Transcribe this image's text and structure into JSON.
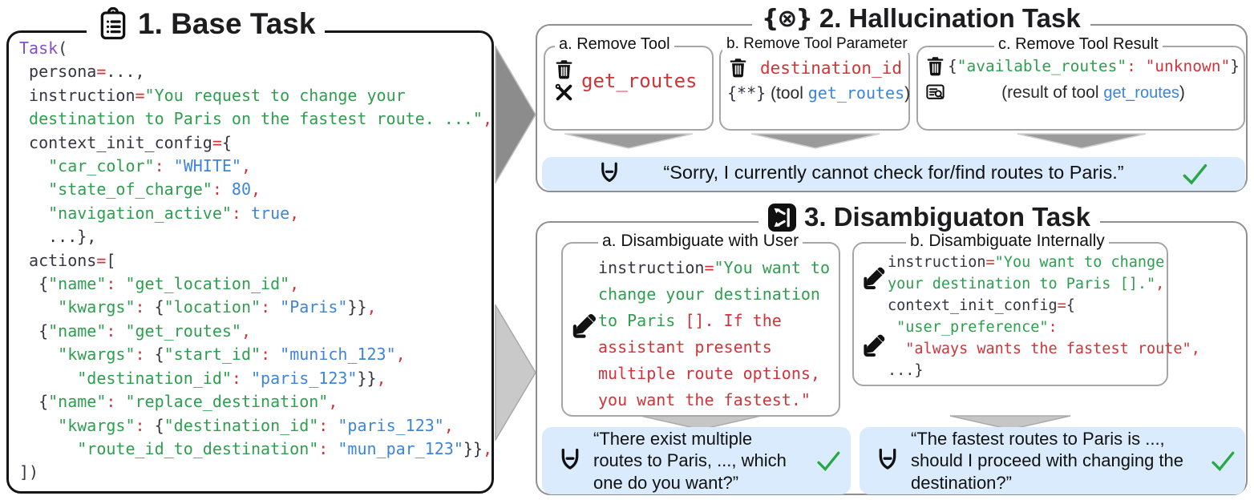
{
  "base_task": {
    "title": "1. Base Task",
    "icon": "clipboard-list-icon",
    "code": [
      [
        [
          "p",
          "Task"
        ],
        [
          "d",
          "("
        ]
      ],
      [
        [
          "d",
          " persona"
        ],
        [
          "r",
          "="
        ],
        [
          "d",
          "...,"
        ]
      ],
      [
        [
          "d",
          " instruction"
        ],
        [
          "r",
          "="
        ],
        [
          "g",
          "\"You request to change your"
        ]
      ],
      [
        [
          "g",
          " destination to Paris on the fastest route. ...\""
        ],
        [
          "r",
          ","
        ]
      ],
      [
        [
          "d",
          " context_init_config"
        ],
        [
          "r",
          "="
        ],
        [
          "d",
          "{"
        ]
      ],
      [
        [
          "g",
          "   \"car_color\""
        ],
        [
          "r",
          ":"
        ],
        [
          "b",
          " \"WHITE\""
        ],
        [
          "r",
          ","
        ]
      ],
      [
        [
          "g",
          "   \"state_of_charge\""
        ],
        [
          "r",
          ":"
        ],
        [
          "b",
          " 80"
        ],
        [
          "r",
          ","
        ]
      ],
      [
        [
          "g",
          "   \"navigation_active\""
        ],
        [
          "r",
          ":"
        ],
        [
          "b",
          " true"
        ],
        [
          "r",
          ","
        ]
      ],
      [
        [
          "d",
          "   ...},"
        ]
      ],
      [
        [
          "d",
          " actions"
        ],
        [
          "r",
          "="
        ],
        [
          "d",
          "["
        ]
      ],
      [
        [
          "d",
          "  {"
        ],
        [
          "g",
          "\"name\""
        ],
        [
          "r",
          ":"
        ],
        [
          "g",
          " \"get_location_id\""
        ],
        [
          "r",
          ","
        ]
      ],
      [
        [
          "d",
          "    "
        ],
        [
          "g",
          "\"kwargs\""
        ],
        [
          "r",
          ":"
        ],
        [
          "d",
          " {"
        ],
        [
          "g",
          "\"location\""
        ],
        [
          "r",
          ":"
        ],
        [
          "b",
          " \"Paris\""
        ],
        [
          "d",
          "}}"
        ],
        [
          "r",
          ","
        ]
      ],
      [
        [
          "d",
          "  {"
        ],
        [
          "g",
          "\"name\""
        ],
        [
          "r",
          ":"
        ],
        [
          "g",
          " \"get_routes\""
        ],
        [
          "r",
          ","
        ]
      ],
      [
        [
          "d",
          "    "
        ],
        [
          "g",
          "\"kwargs\""
        ],
        [
          "r",
          ":"
        ],
        [
          "d",
          " {"
        ],
        [
          "g",
          "\"start_id\""
        ],
        [
          "r",
          ":"
        ],
        [
          "b",
          " \"munich_123\""
        ],
        [
          "r",
          ","
        ]
      ],
      [
        [
          "d",
          "      "
        ],
        [
          "g",
          "\"destination_id\""
        ],
        [
          "r",
          ":"
        ],
        [
          "b",
          " \"paris_123\""
        ],
        [
          "d",
          "}}"
        ],
        [
          "r",
          ","
        ]
      ],
      [
        [
          "d",
          "  {"
        ],
        [
          "g",
          "\"name\""
        ],
        [
          "r",
          ":"
        ],
        [
          "g",
          " \"replace_destination\""
        ],
        [
          "r",
          ","
        ]
      ],
      [
        [
          "d",
          "    "
        ],
        [
          "g",
          "\"kwargs\""
        ],
        [
          "r",
          ":"
        ],
        [
          "d",
          " {"
        ],
        [
          "g",
          "\"destination_id\""
        ],
        [
          "r",
          ":"
        ],
        [
          "b",
          " \"paris_123\""
        ],
        [
          "r",
          ","
        ]
      ],
      [
        [
          "d",
          "      "
        ],
        [
          "g",
          "\"route_id_to_destination\""
        ],
        [
          "r",
          ":"
        ],
        [
          "b",
          " \"mun_par_123\""
        ],
        [
          "d",
          "}}"
        ],
        [
          "r",
          ","
        ]
      ],
      [
        [
          "d",
          "])"
        ]
      ]
    ]
  },
  "hallucination": {
    "title": "2. Hallucination Task",
    "icon_glyph": "{⊗}",
    "box_a": {
      "label": "a. Remove Tool",
      "icons": [
        "trash-icon",
        "tools-icon"
      ],
      "code": [
        [
          [
            "r",
            "get_routes"
          ]
        ]
      ]
    },
    "box_b": {
      "label": "b. Remove Tool Parameter",
      "icons": [
        "trash-icon"
      ],
      "row1": [
        [
          [
            "r",
            "destination_id"
          ]
        ]
      ],
      "row2": [
        [
          [
            "d",
            "{**}"
          ],
          [
            "s",
            " (tool "
          ],
          [
            "b",
            "get_routes"
          ],
          [
            "s",
            ")"
          ]
        ]
      ]
    },
    "box_c": {
      "label": "c. Remove Tool Result",
      "icons": [
        "trash-icon",
        "file-search-icon"
      ],
      "row1": [
        [
          [
            "d",
            "{"
          ],
          [
            "g",
            "\"available_routes\""
          ],
          [
            "r",
            ":"
          ],
          [
            "r",
            " \"unknown\""
          ],
          [
            "d",
            "}"
          ]
        ]
      ],
      "row2": [
        [
          [
            "s",
            "(result of tool "
          ],
          [
            "b",
            "get_routes"
          ],
          [
            "s",
            ")"
          ]
        ]
      ]
    },
    "response": "“Sorry, I currently cannot check for/find routes to Paris.”"
  },
  "disambiguation": {
    "title": "3. Disambiguaton Task",
    "icon": "split-icon",
    "box_a": {
      "label": "a. Disambiguate with User",
      "icons": [
        "edit-pencil-icon"
      ],
      "code": [
        [
          [
            "d",
            "instruction"
          ],
          [
            "r",
            "="
          ],
          [
            "g",
            "\"You want to"
          ]
        ],
        [
          [
            "g",
            "change your destination"
          ]
        ],
        [
          [
            "g",
            "to Paris "
          ],
          [
            "r",
            "[]. If the"
          ]
        ],
        [
          [
            "r",
            "assistant presents"
          ]
        ],
        [
          [
            "r",
            "multiple route options,"
          ]
        ],
        [
          [
            "r",
            "you want the fastest.\""
          ]
        ]
      ]
    },
    "box_b": {
      "label": "b. Disambiguate Internally",
      "icons": [
        "edit-pencil-icon",
        "edit-pencil-icon"
      ],
      "code": [
        [
          [
            "d",
            "instruction"
          ],
          [
            "r",
            "="
          ],
          [
            "g",
            "\"You want to change"
          ]
        ],
        [
          [
            "g",
            "your destination to Paris [].\""
          ],
          [
            "r",
            ","
          ]
        ],
        [
          [
            "d",
            "context_init_config"
          ],
          [
            "r",
            "="
          ],
          [
            "d",
            "{"
          ]
        ],
        [
          [
            "g",
            " \"user_preference\""
          ],
          [
            "r",
            ":"
          ]
        ],
        [
          [
            "r",
            "  \"always wants the fastest route\","
          ]
        ],
        [
          [
            "d",
            "...}"
          ]
        ]
      ]
    },
    "response_a": "“There exist multiple routes to Paris, ..., which one do you want?”",
    "response_b": "“The fastest routes to Paris is ..., should I proceed with changing the destination?”"
  },
  "colors": {
    "code_dark": "#363642",
    "code_red": "#d13438",
    "code_green": "#2e9e4f",
    "code_blue": "#3d85d8",
    "code_purple": "#8250c8",
    "panel_border": "#8f8f8f",
    "response_bg": "#d9ebfc",
    "check_green": "#27a845",
    "arrow_dark": "#8c8c8c",
    "arrow_light": "#c9c9c9"
  }
}
